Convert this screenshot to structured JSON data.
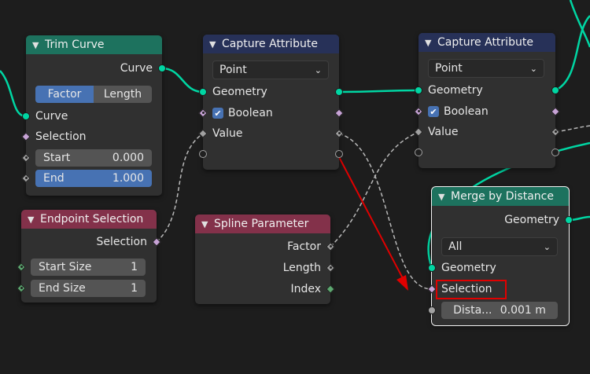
{
  "trim_curve": {
    "title": "Trim Curve",
    "out_curve": "Curve",
    "mode_factor": "Factor",
    "mode_length": "Length",
    "in_curve": "Curve",
    "in_selection": "Selection",
    "start_label": "Start",
    "start_value": "0.000",
    "end_label": "End",
    "end_value": "1.000"
  },
  "capture1": {
    "title": "Capture Attribute",
    "domain": "Point",
    "geometry": "Geometry",
    "boolean": "Boolean",
    "value": "Value"
  },
  "capture2": {
    "title": "Capture Attribute",
    "domain": "Point",
    "geometry": "Geometry",
    "boolean": "Boolean",
    "value": "Value"
  },
  "endpoint": {
    "title": "Endpoint Selection",
    "out_selection": "Selection",
    "start_size_label": "Start Size",
    "start_size_value": "1",
    "end_size_label": "End Size",
    "end_size_value": "1"
  },
  "spline": {
    "title": "Spline Parameter",
    "factor": "Factor",
    "length": "Length",
    "index": "Index"
  },
  "merge": {
    "title": "Merge by Distance",
    "out_geometry": "Geometry",
    "mode": "All",
    "in_geometry": "Geometry",
    "in_selection": "Selection",
    "distance_label": "Dista...",
    "distance_value": "0.001 m"
  },
  "colors": {
    "geometry_link": "#00d6a3",
    "field_link": "#a1a1a1",
    "annotation": "#e00000"
  }
}
